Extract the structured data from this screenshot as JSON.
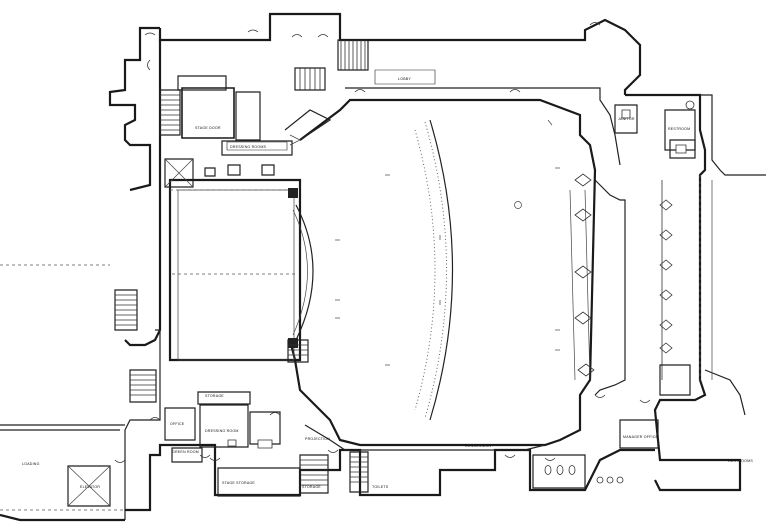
{
  "plan": {
    "room_labels": {
      "stage_left_room": "STAGE DOOR",
      "dressing_rooms": "DRESSING ROOMS",
      "lobby_upper": "LOBBY",
      "right_corridor": "",
      "bottom_left_1": "OFFICE",
      "bottom_left_2": "STORAGE",
      "bottom_left_3": "DRESSING ROOM",
      "bottom_left_4": "GREEN ROOM",
      "bottom_left_5": "STAGE STORAGE",
      "bottom_center_1": "PROJECTION",
      "bottom_center_2": "CONCESSION",
      "bottom_center_3": "TOILETS",
      "bottom_right_1": "MANAGER OFFICE",
      "bottom_right_2": "RESTROOMS",
      "far_left_1": "LOADING",
      "far_left_2": "ELEVATOR",
      "far_right_1": "STORAGE",
      "upper_right_1": "RESTROOM",
      "upper_right_2": "JANITOR"
    }
  }
}
